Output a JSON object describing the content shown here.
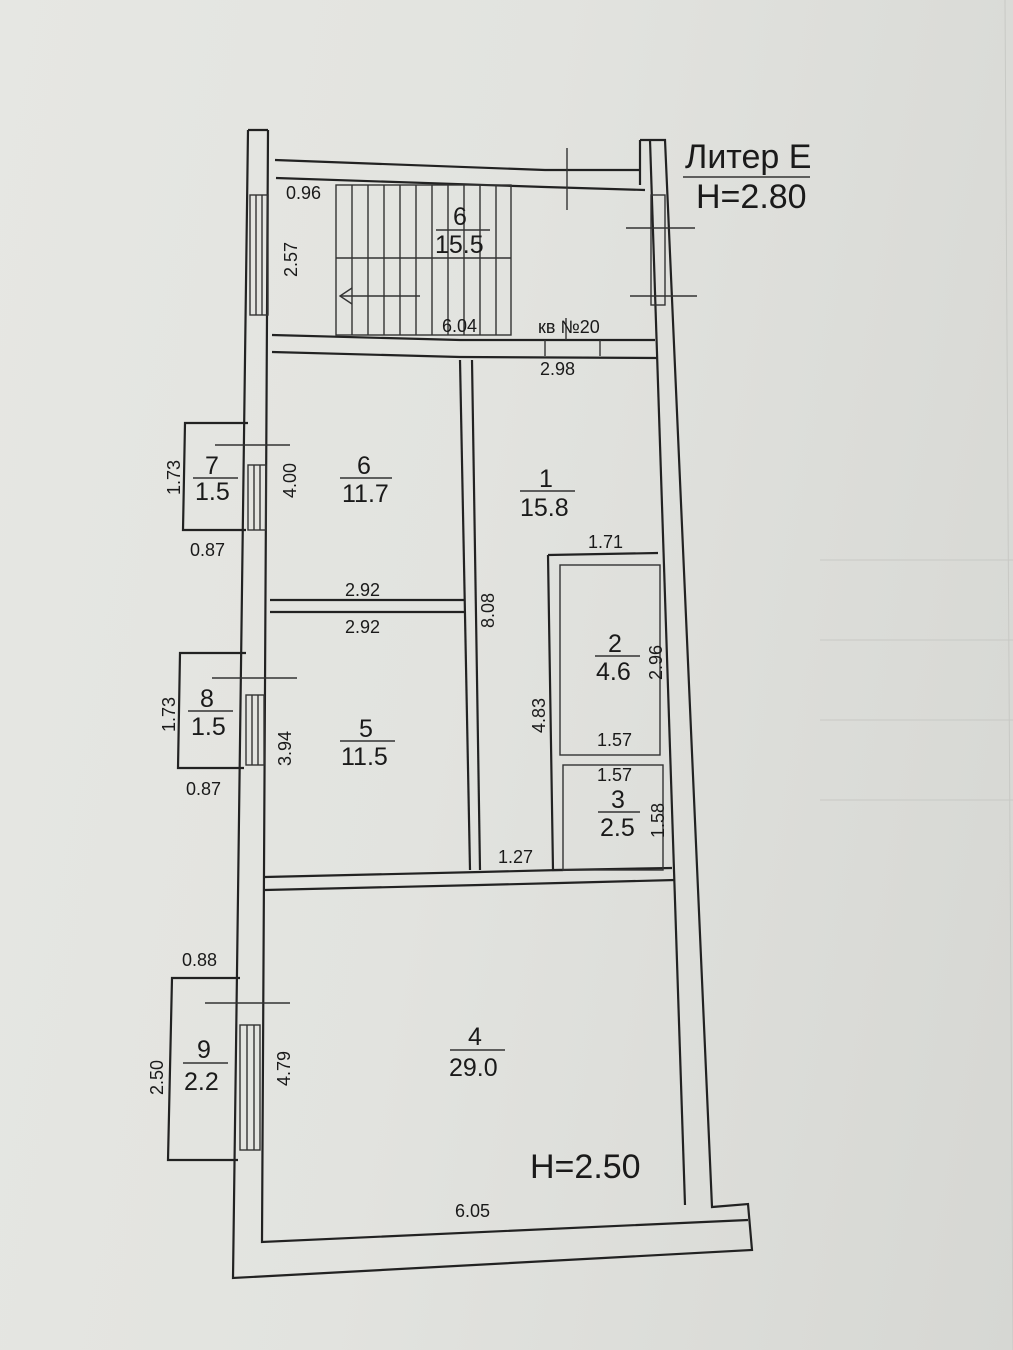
{
  "header": {
    "liter": "Литер Е",
    "height": "H=2.80"
  },
  "footer_height": "H=2.50",
  "apartment_label": "кв №20",
  "rooms": [
    {
      "id": "6",
      "area": "15.5"
    },
    {
      "id": "6",
      "area": "11.7"
    },
    {
      "id": "1",
      "area": "15.8"
    },
    {
      "id": "7",
      "area": "1.5"
    },
    {
      "id": "8",
      "area": "1.5"
    },
    {
      "id": "5",
      "area": "11.5"
    },
    {
      "id": "2",
      "area": "4.6"
    },
    {
      "id": "3",
      "area": "2.5"
    },
    {
      "id": "9",
      "area": "2.2"
    },
    {
      "id": "4",
      "area": "29.0"
    }
  ],
  "dimensions": {
    "stair_top": "0.96",
    "stair_side": "2.57",
    "stair_width": "6.04",
    "corridor": "2.98",
    "balcony7_h": "1.73",
    "balcony7_w": "0.87",
    "room6_h": "4.00",
    "room6_w_bottom": "2.92",
    "room5_w_top": "2.92",
    "room1_h": "8.08",
    "room2_w_top": "1.71",
    "room2_h": "2.96",
    "room2_w_bottom": "1.57",
    "room2_side": "4.83",
    "room3_w_top": "1.57",
    "room3_h": "1.58",
    "room1_w_bottom": "1.27",
    "balcony8_h": "1.73",
    "balcony8_w": "0.87",
    "room5_h": "3.94",
    "balcony9_w": "0.88",
    "balcony9_h": "2.50",
    "room4_h": "4.79",
    "room4_w": "6.05"
  }
}
